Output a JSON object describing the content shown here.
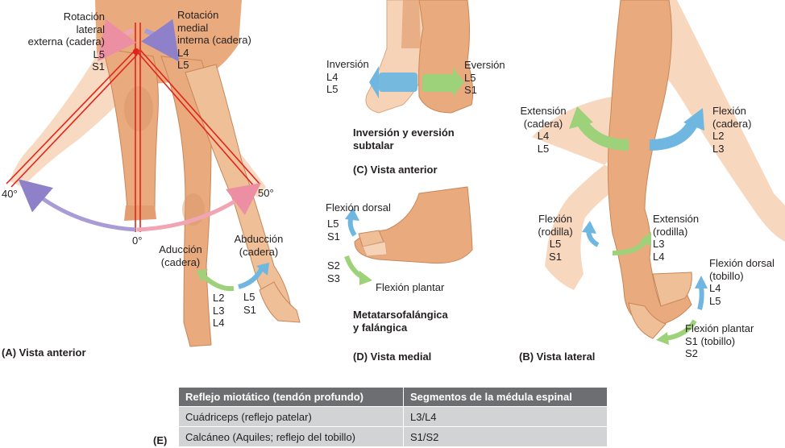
{
  "panel_a": {
    "caption": "(A) Vista anterior",
    "rot_ext": "Rotación\nlateral\nexterna (cadera)\nL5\nS1",
    "rot_int": "Rotación\nmedial\ninterna (cadera)\nL4\nL5",
    "angle_left": "40°",
    "angle_right": "50°",
    "angle_zero": "0°",
    "aduccion": "Aducción\n(cadera)",
    "aduccion_seg": "L2\nL3\nL4",
    "abduccion": "Abducción\n(cadera)",
    "abduccion_seg": "L5\nS1"
  },
  "panel_c": {
    "inversion": "Inversión\nL4\nL5",
    "eversion": "Eversión\nL5\nS1",
    "title": "Inversión y eversión\nsubtalar",
    "caption": "(C) Vista anterior"
  },
  "panel_d": {
    "flexion_dorsal": "Flexión dorsal",
    "flexion_dorsal_seg": "L5\nS1",
    "flexion_plantar_seg": "S2\nS3",
    "flexion_plantar": "Flexión plantar",
    "title": "Metatarsofalángica\ny falángica",
    "caption": "(D) Vista medial"
  },
  "panel_b": {
    "ext_cadera": "Extensión\n(cadera)\nL4\nL5",
    "flex_cadera": "Flexión\n(cadera)\nL2\nL3",
    "flex_rodilla": "Flexión\n(rodilla)\nL5\nS1",
    "ext_rodilla": "Extensión\n(rodilla)\nL3\nL4",
    "flex_dorsal": "Flexión dorsal\n(tobillo)\nL4\nL5",
    "flex_plantar": "Flexión plantar\nS1 (tobillo)\nS2",
    "caption": "(B) Vista lateral"
  },
  "table": {
    "label": "(E)",
    "headers": [
      "Reflejo miotático (tendón profundo)",
      "Segmentos de la médula espinal"
    ],
    "rows": [
      [
        "Cuádriceps (reflejo patelar)",
        "L3/L4"
      ],
      [
        "Calcáneo (Aquiles; reflejo del tobillo)",
        "S1/S2"
      ]
    ]
  },
  "colors": {
    "skin": "#e9ab7e",
    "skin_shade": "#c98658",
    "skin_light": "#f6d3b6",
    "arrow_pink": "#f1a5b4",
    "arrow_purple": "#a99cd6",
    "arrow_blue": "#6fb7e0",
    "arrow_green": "#9dd27a",
    "red_line": "#e2231a"
  }
}
